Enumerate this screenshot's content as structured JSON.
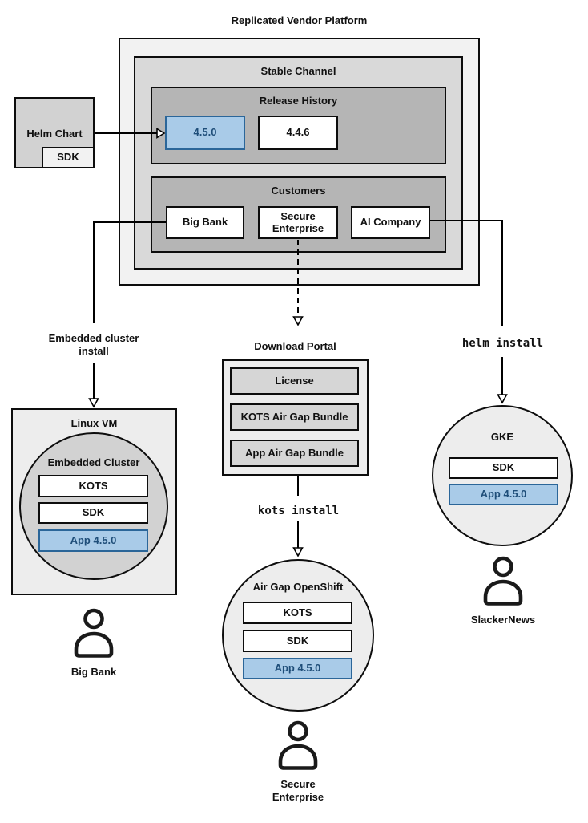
{
  "diagram_title": "Replicated Vendor Platform",
  "platform": {
    "stable_channel_label": "Stable Channel",
    "release_history_label": "Release History",
    "releases": [
      "4.5.0",
      "4.4.6"
    ],
    "highlighted_release": "4.5.0",
    "customers_label": "Customers",
    "customers": [
      "Big Bank",
      "Secure Enterprise",
      "AI Company"
    ]
  },
  "helm_chart": {
    "label": "Helm Chart",
    "sdk": "SDK"
  },
  "edges": {
    "embedded_install": "Embedded cluster install",
    "helm_install": "helm install",
    "kots_install": "kots install"
  },
  "download_portal": {
    "title": "Download Portal",
    "items": [
      "License",
      "KOTS Air Gap Bundle",
      "App Air Gap Bundle"
    ]
  },
  "linux_vm": {
    "title": "Linux VM",
    "cluster_title": "Embedded Cluster",
    "components": [
      "KOTS",
      "SDK"
    ],
    "app": "App 4.5.0",
    "user": "Big Bank"
  },
  "airgap_openshift": {
    "title": "Air Gap OpenShift",
    "components": [
      "KOTS",
      "SDK"
    ],
    "app": "App 4.5.0",
    "user": "Secure Enterprise"
  },
  "gke": {
    "title": "GKE",
    "components": [
      "SDK"
    ],
    "app": "App 4.5.0",
    "user": "SlackerNews"
  },
  "colors": {
    "highlight_fill": "#a9cbe8",
    "highlight_border": "#2b6699",
    "highlight_text": "#1f4e79",
    "platform_fill": "#f2f2f2",
    "channel_fill": "#d9d9d9",
    "inner_panel_fill": "#b5b5b5",
    "node_fill": "#ededed",
    "cluster_circle_fill": "#d2d2d2"
  }
}
